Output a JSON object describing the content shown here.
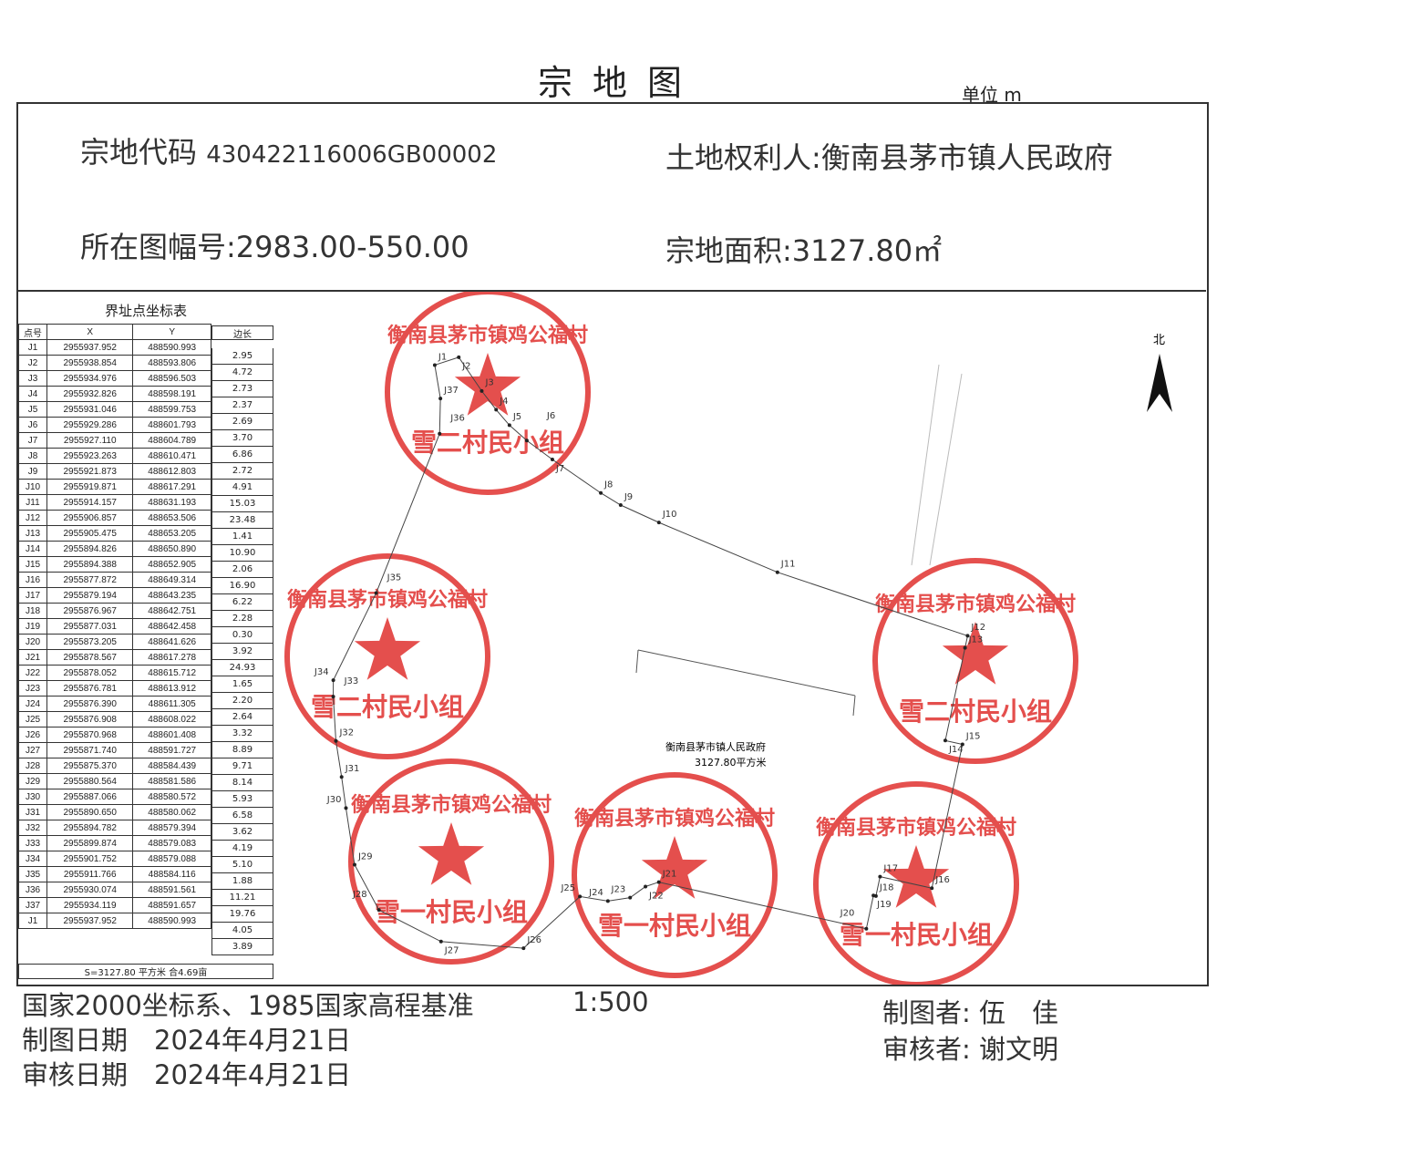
{
  "title": "宗地图",
  "unit": "单位  m",
  "header": {
    "code_label": "宗地代码",
    "code": "430422116006GB00002",
    "owner_label": "土地权利人:",
    "owner": "衡南县茅市镇人民政府",
    "sheet_label": "所在图幅号:",
    "sheet": "2983.00-550.00",
    "area_label": "宗地面积:",
    "area": "3127.80㎡"
  },
  "table": {
    "title": "界址点坐标表",
    "headers": [
      "点号",
      "X",
      "Y",
      "边长"
    ],
    "rows": [
      [
        "J1",
        "2955937.952",
        "488590.993"
      ],
      [
        "J2",
        "2955938.854",
        "488593.806"
      ],
      [
        "J3",
        "2955934.976",
        "488596.503"
      ],
      [
        "J4",
        "2955932.826",
        "488598.191"
      ],
      [
        "J5",
        "2955931.046",
        "488599.753"
      ],
      [
        "J6",
        "2955929.286",
        "488601.793"
      ],
      [
        "J7",
        "2955927.110",
        "488604.789"
      ],
      [
        "J8",
        "2955923.263",
        "488610.471"
      ],
      [
        "J9",
        "2955921.873",
        "488612.803"
      ],
      [
        "J10",
        "2955919.871",
        "488617.291"
      ],
      [
        "J11",
        "2955914.157",
        "488631.193"
      ],
      [
        "J12",
        "2955906.857",
        "488653.506"
      ],
      [
        "J13",
        "2955905.475",
        "488653.205"
      ],
      [
        "J14",
        "2955894.826",
        "488650.890"
      ],
      [
        "J15",
        "2955894.388",
        "488652.905"
      ],
      [
        "J16",
        "2955877.872",
        "488649.314"
      ],
      [
        "J17",
        "2955879.194",
        "488643.235"
      ],
      [
        "J18",
        "2955876.967",
        "488642.751"
      ],
      [
        "J19",
        "2955877.031",
        "488642.458"
      ],
      [
        "J20",
        "2955873.205",
        "488641.626"
      ],
      [
        "J21",
        "2955878.567",
        "488617.278"
      ],
      [
        "J22",
        "2955878.052",
        "488615.712"
      ],
      [
        "J23",
        "2955876.781",
        "488613.912"
      ],
      [
        "J24",
        "2955876.390",
        "488611.305"
      ],
      [
        "J25",
        "2955876.908",
        "488608.022"
      ],
      [
        "J26",
        "2955870.968",
        "488601.408"
      ],
      [
        "J27",
        "2955871.740",
        "488591.727"
      ],
      [
        "J28",
        "2955875.370",
        "488584.439"
      ],
      [
        "J29",
        "2955880.564",
        "488581.586"
      ],
      [
        "J30",
        "2955887.066",
        "488580.572"
      ],
      [
        "J31",
        "2955890.650",
        "488580.062"
      ],
      [
        "J32",
        "2955894.782",
        "488579.394"
      ],
      [
        "J33",
        "2955899.874",
        "488579.083"
      ],
      [
        "J34",
        "2955901.752",
        "488579.088"
      ],
      [
        "J35",
        "2955911.766",
        "488584.116"
      ],
      [
        "J36",
        "2955930.074",
        "488591.561"
      ],
      [
        "J37",
        "2955934.119",
        "488591.657"
      ],
      [
        "J1",
        "2955937.952",
        "488590.993"
      ]
    ],
    "edges": [
      "2.95",
      "4.72",
      "2.73",
      "2.37",
      "2.69",
      "3.70",
      "6.86",
      "2.72",
      "4.91",
      "15.03",
      "23.48",
      "1.41",
      "10.90",
      "2.06",
      "16.90",
      "6.22",
      "2.28",
      "0.30",
      "3.92",
      "24.93",
      "1.65",
      "2.20",
      "2.64",
      "3.32",
      "8.89",
      "9.71",
      "8.14",
      "5.93",
      "6.58",
      "3.62",
      "4.19",
      "5.10",
      "1.88",
      "11.21",
      "19.76",
      "4.05",
      "3.89"
    ],
    "summary": "S=3127.80 平方米 合4.69亩"
  },
  "map": {
    "north": "北",
    "parcel_owner": "衡南县茅市镇人民政府",
    "parcel_area": "3127.80平方米",
    "stamp_color": "#e0312f",
    "stamps": [
      {
        "top": "衡南县茅市镇鸡公福村",
        "bottom": "雪二村民小组"
      },
      {
        "top": "衡南县茅市镇鸡公福村",
        "bottom": "雪二村民小组"
      },
      {
        "top": "衡南县茅市镇鸡公福村",
        "bottom": "雪二村民小组"
      },
      {
        "top": "衡南县茅市镇鸡公福村",
        "bottom": "雪一村民小组"
      },
      {
        "top": "衡南县茅市镇鸡公福村",
        "bottom": "雪一村民小组"
      },
      {
        "top": "衡南县茅市镇鸡公福村",
        "bottom": "雪一村民小组"
      }
    ]
  },
  "footer": {
    "crs": "国家2000坐标系、1985国家高程基准",
    "scale": "1:500",
    "draw_date_label": "制图日期",
    "draw_date": "2024年4月21日",
    "check_date_label": "审核日期",
    "check_date": "2024年4月21日",
    "drafter": "制图者: 伍　佳",
    "checker": "审核者: 谢文明"
  }
}
